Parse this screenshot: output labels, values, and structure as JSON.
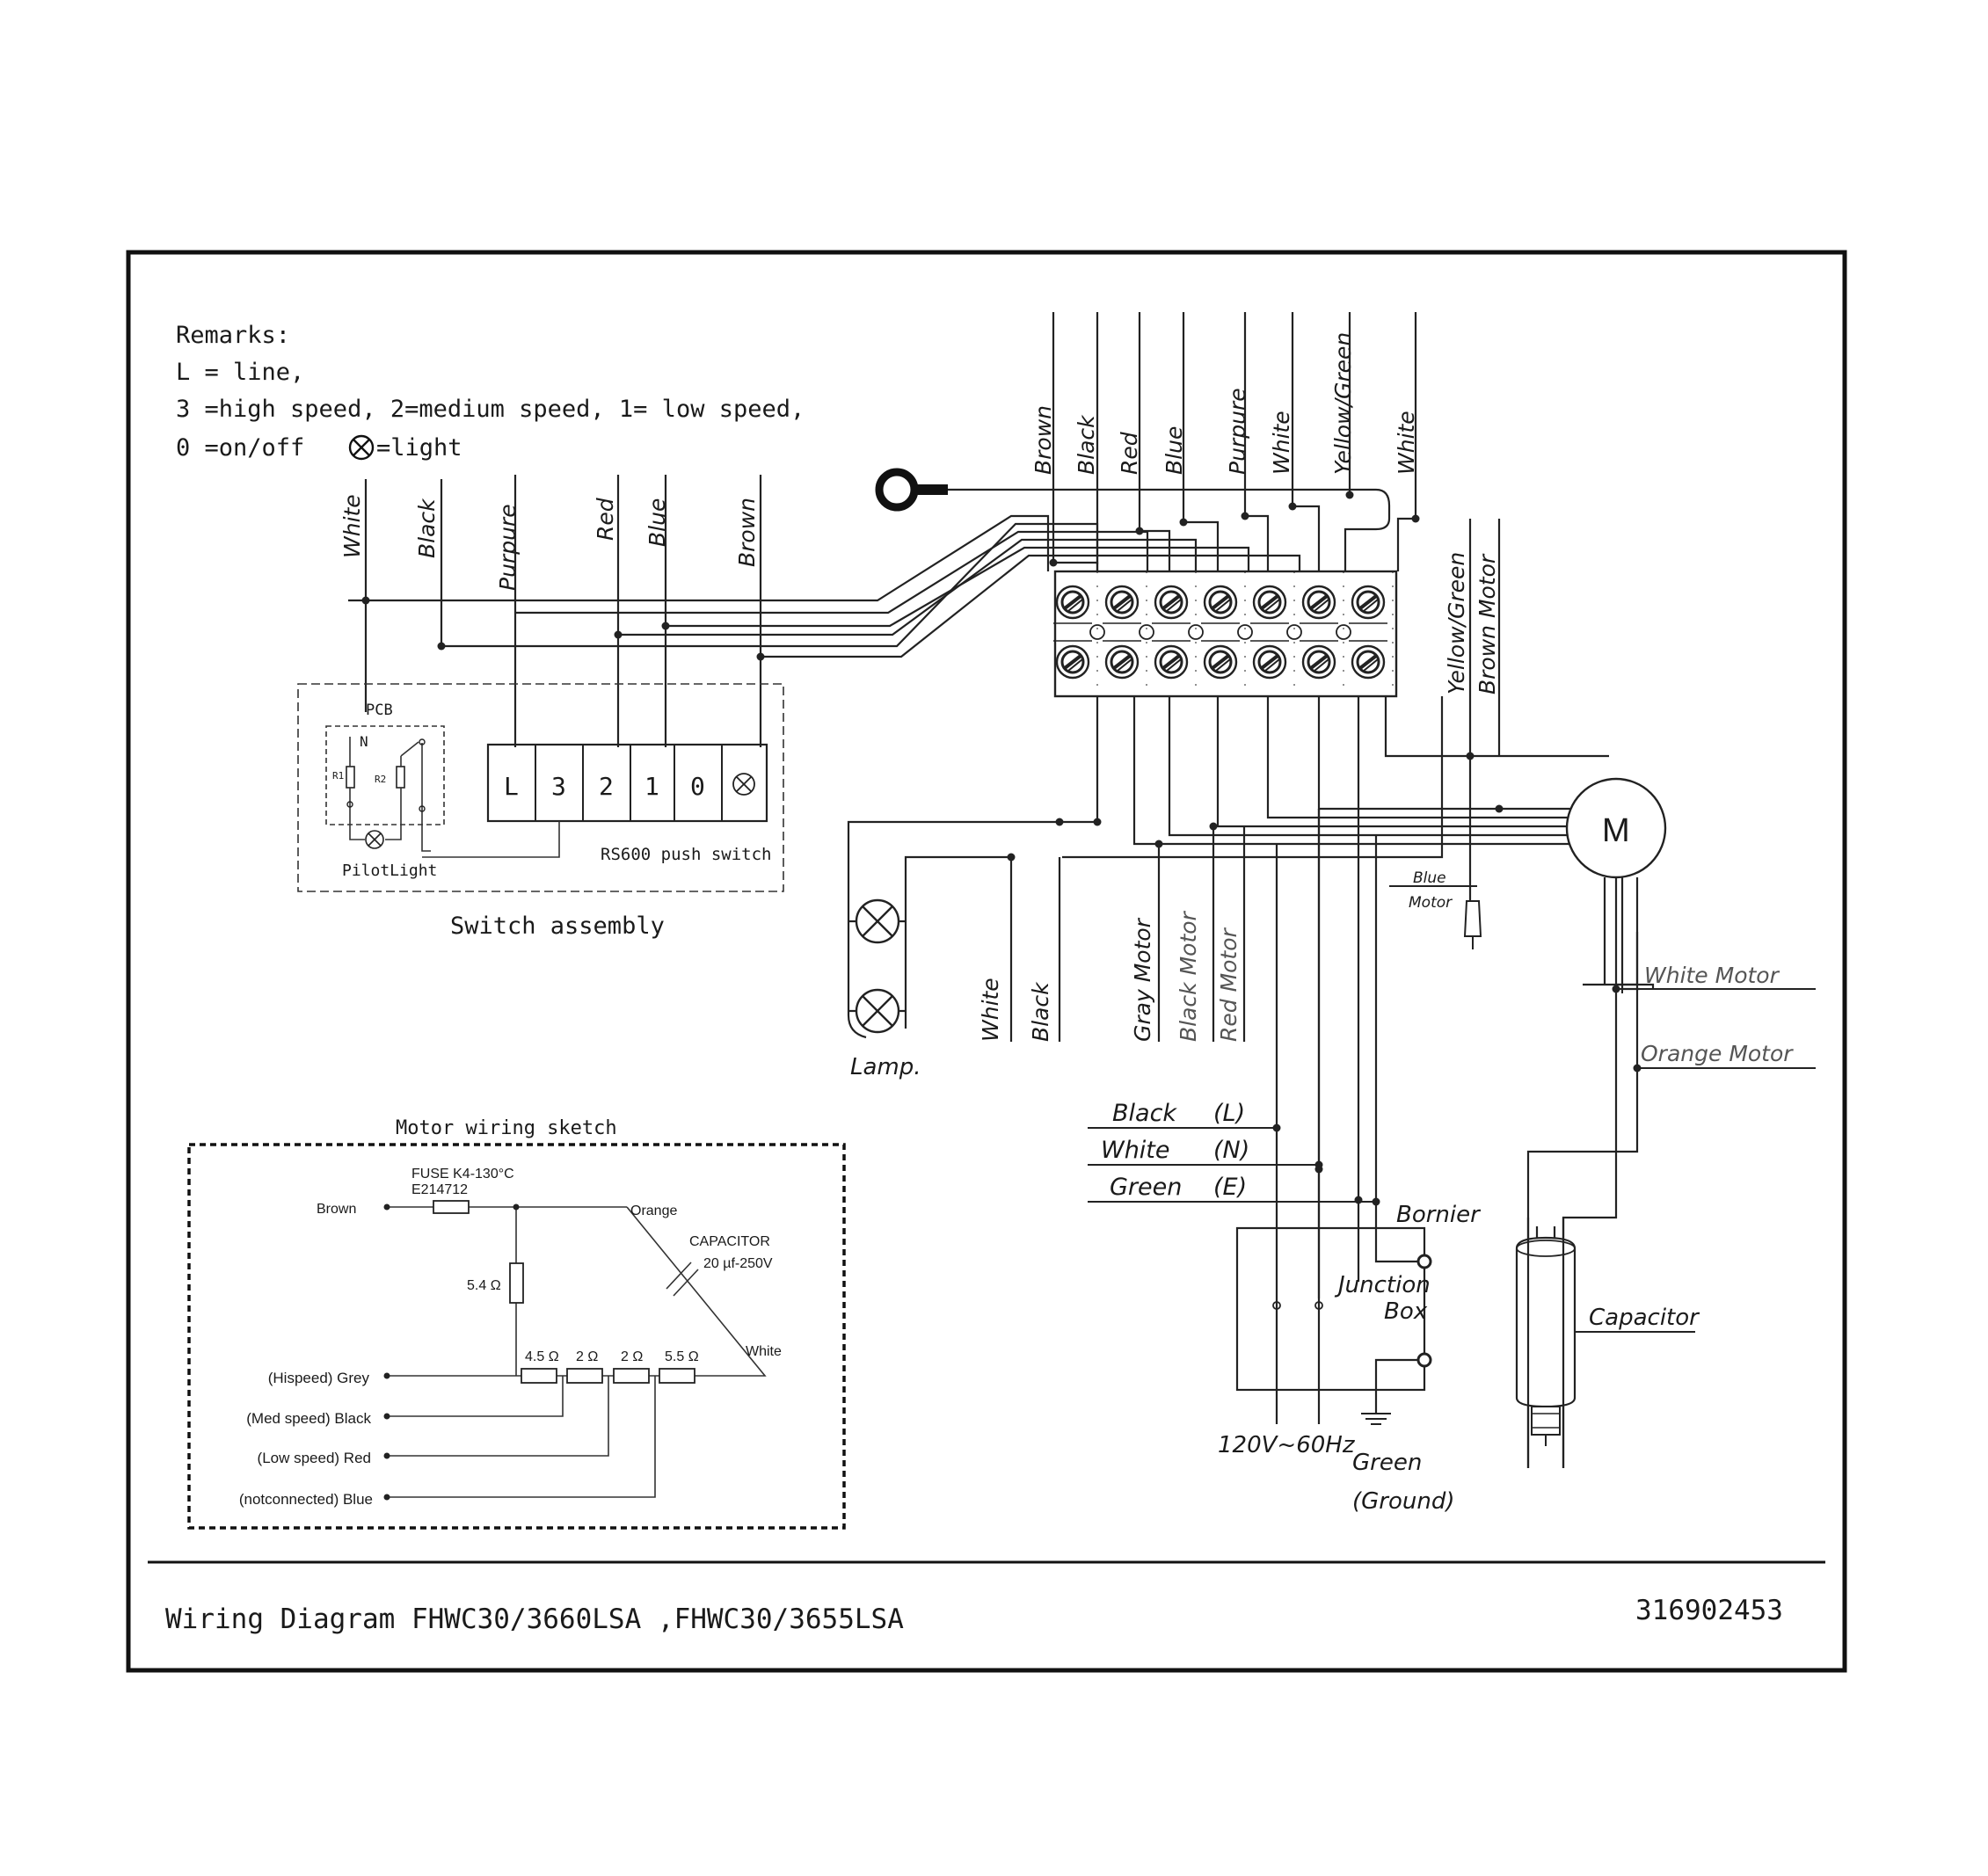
{
  "remarks": {
    "title": "Remarks:",
    "line1": "L = line,",
    "line2": "3 =high speed, 2=medium speed, 1= low speed,",
    "line3a": "0 =on/off",
    "line3b": "=light"
  },
  "switch_wires": [
    "White",
    "Black",
    "Purpure",
    "Red",
    "Blue",
    "Brown"
  ],
  "top_wires": [
    "Brown",
    "Black",
    "Red",
    "Blue",
    "Purpure",
    "White",
    "Yellow/Green",
    "White"
  ],
  "motor_side": {
    "yellow_green": "Yellow/Green",
    "brown_motor": "Brown  Motor"
  },
  "pcb": {
    "label": "PCB",
    "n": "N",
    "r1": "R1",
    "r2": "R2",
    "pilot": "PilotLight"
  },
  "switch_keys": [
    "L",
    "3",
    "2",
    "1",
    "0"
  ],
  "rs600": "RS600 push switch",
  "switch_assembly": "Switch assembly",
  "lamp": "Lamp.",
  "lamp_wires": [
    "White",
    "Black"
  ],
  "gray_motor": "Gray   Motor",
  "black_motor": "Black  Motor",
  "red_motor": "Red    Motor",
  "blue_motor": {
    "a": "Blue",
    "b": "Motor"
  },
  "motor_letter": "M",
  "white_motor": "White    Motor",
  "orange_motor": "Orange  Motor",
  "supply": {
    "black": "Black",
    "L": "(L)",
    "white": "White",
    "N": "(N)",
    "green": "Green",
    "E": "(E)"
  },
  "bornier": "Bornier",
  "junction_box": {
    "a": "Junction",
    "b": "Box"
  },
  "voltage": "120V~60Hz",
  "ground": {
    "a": "Green",
    "b": "(Ground)"
  },
  "capacitor": "Capacitor",
  "sketch": {
    "title": "Motor wiring sketch",
    "fuse1": "FUSE K4-130°C",
    "fuse2": "E214712",
    "brown": "Brown",
    "orange": "Orange",
    "cap1": "CAPACITOR",
    "cap2": "20 µf-250V",
    "r54": "5.4 Ω",
    "white": "White",
    "r45": "4.5 Ω",
    "r2a": "2 Ω",
    "r2b": "2 Ω",
    "r55": "5.5 Ω",
    "hi": "(Hispeed)  Grey",
    "med": "(Med speed)  Black",
    "low": "(Low  speed)  Red",
    "nc": "(notconnected)  Blue"
  },
  "footer": {
    "title": "Wiring Diagram  FHWC30/3660LSA ,FHWC30/3655LSA",
    "number": "316902453"
  }
}
